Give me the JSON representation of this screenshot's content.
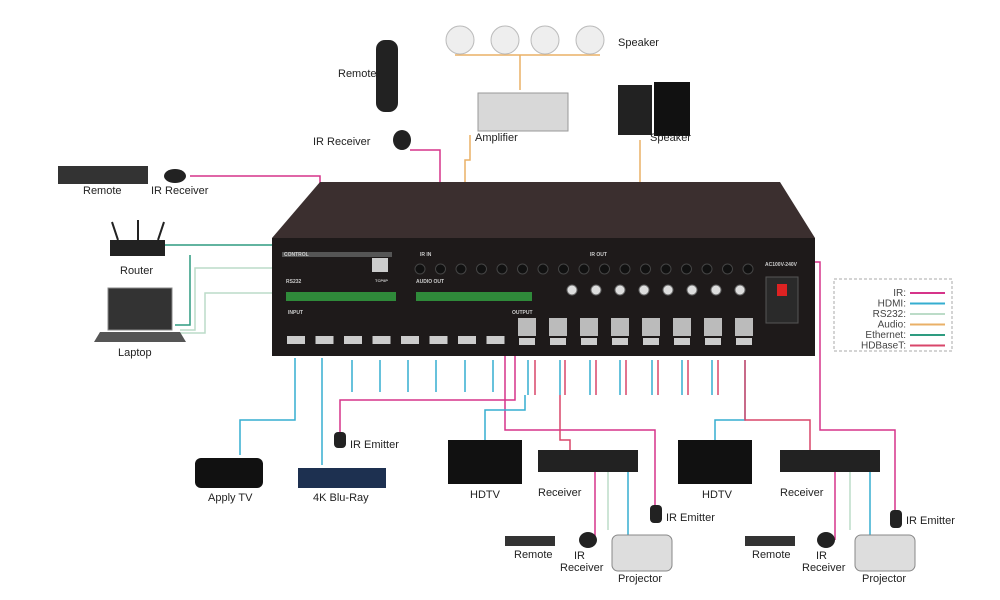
{
  "labels": {
    "speaker_ceiling": "Speaker",
    "remote_top": "Remote",
    "ir_receiver_top": "IR Receiver",
    "amplifier": "Amplifier",
    "speaker_bookshelf": "Speaker",
    "remote_left": "Remote",
    "ir_receiver_left": "IR Receiver",
    "router": "Router",
    "laptop": "Laptop",
    "apple_tv": "Apply TV",
    "bluray": "4K Blu-Ray",
    "ir_emitter_bluray": "IR Emitter",
    "hdtv_1": "HDTV",
    "receiver_1": "Receiver",
    "ir_emitter_1": "IR Emitter",
    "remote_1": "Remote",
    "ir_receiver_1a": "IR",
    "ir_receiver_1b": "Receiver",
    "projector_1": "Projector",
    "hdtv_2": "HDTV",
    "receiver_2": "Receiver",
    "ir_emitter_2": "IR Emitter",
    "remote_2": "Remote",
    "ir_receiver_2a": "IR",
    "ir_receiver_2b": "Receiver",
    "projector_2": "Projector"
  },
  "panel": {
    "control": "CONTROL",
    "ir_in": "IR IN",
    "ir_out": "IR OUT",
    "rs232": "RS232",
    "audio_out": "AUDIO OUT",
    "input": "INPUT",
    "output": "OUTPUT",
    "tcpip": "TCP/IP",
    "rating": "AC100V-240V"
  },
  "legend": {
    "items": [
      {
        "label": "IR:",
        "color": "#d6348a"
      },
      {
        "label": "HDMI:",
        "color": "#35aed0"
      },
      {
        "label": "RS232:",
        "color": "#bcdcc8"
      },
      {
        "label": "Audio:",
        "color": "#eab067"
      },
      {
        "label": "Ethernet:",
        "color": "#2e9c80"
      },
      {
        "label": "HDBaseT:",
        "color": "#d8466a"
      }
    ]
  }
}
